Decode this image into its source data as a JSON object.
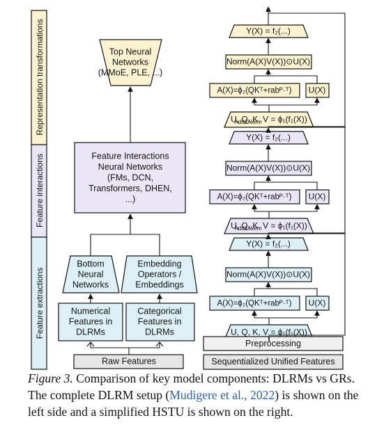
{
  "colors": {
    "yellow": "#fdf3d0",
    "purple": "#ebe6f5",
    "cyan": "#ddf0f5",
    "gray": "#e6e6e6",
    "light_gray": "#f0f0f0",
    "border": "#111111",
    "cite": "#2a62b8"
  },
  "side_labels": {
    "representation": "Representation transformations",
    "interactions": "Feature interactions",
    "extractions": "Feature extractions"
  },
  "dlrm": {
    "top_nn": [
      "Top Neural",
      "Networks",
      "(MMoE, PLE, ...)"
    ],
    "feature_interactions": [
      "Feature Interactions",
      "Neural Networks",
      "(FMs, DCN,",
      "Transformers, DHEN,",
      "...)"
    ],
    "bottom_nn": [
      "Bottom",
      "Neural",
      "Networks"
    ],
    "embedding_ops": [
      "Embedding",
      "Operators /",
      "Embeddings"
    ],
    "numerical": [
      "Numerical",
      "Features in",
      "DLRMs"
    ],
    "categorical": [
      "Categorical",
      "Features in",
      "DLRMs"
    ],
    "raw_features": "Raw Features"
  },
  "hstu": {
    "y_label": "Y(X) = f₂(...)",
    "norm_label": "Norm(A(X)V(X))⊙U(X)",
    "a_label": "A(X)=ϕ₂(QKᵀ+rabᴾ·ᵀ)",
    "u_label": "U(X)",
    "uqkv_label": "U, Q, K, V = ϕ₁(f₁(X))",
    "add_norm": "Add&Norm",
    "preprocessing": "Preprocessing",
    "sequentialized": "Sequentialized Unified Features"
  },
  "caption": {
    "figure": "Figure 3.",
    "text_a": " Comparison of key model components: DLRMs vs GRs. The complete DLRM setup (",
    "cite": "Mudigere et al., 2022",
    "text_b": ") is shown on the left side and a simplified HSTU is shown on the right."
  }
}
